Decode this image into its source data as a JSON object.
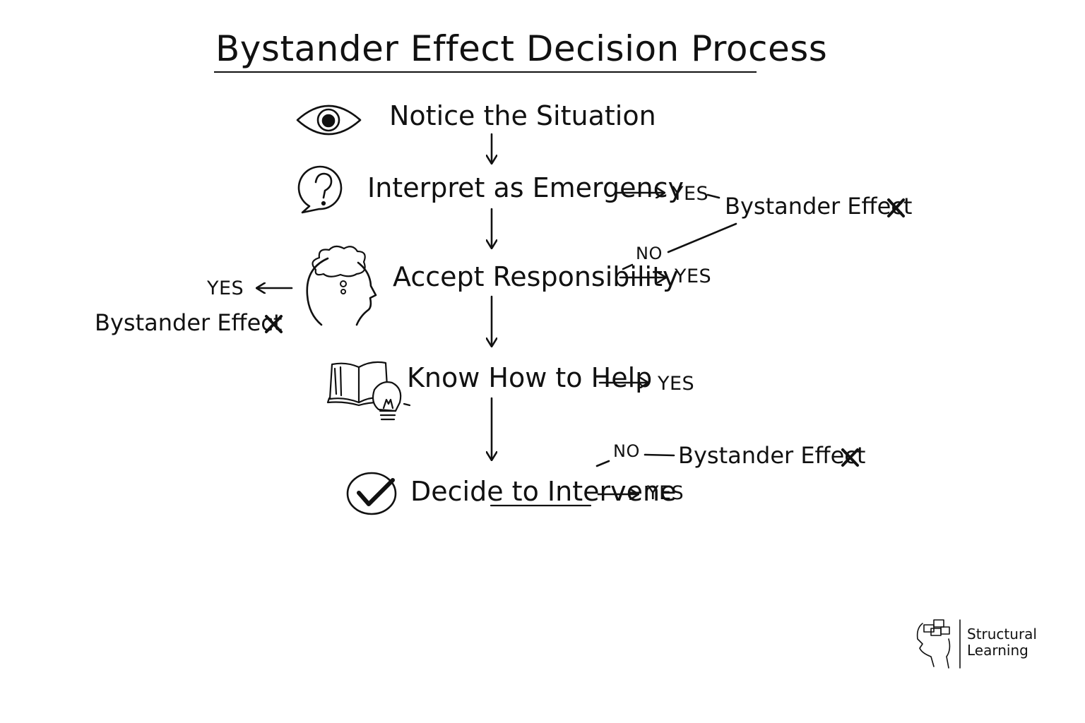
{
  "title": "Bystander Effect Decision Process",
  "steps": [
    {
      "label": "Notice the Situation",
      "icon": "eye-icon"
    },
    {
      "label": "Interpret as Emergency",
      "icon": "question-bubble-icon"
    },
    {
      "label": "Accept Responsibility",
      "icon": "thinking-head-icon"
    },
    {
      "label": "Know How to Help",
      "icon": "book-lightbulb-icon"
    },
    {
      "label": "Decide to Intervene",
      "icon": "checkmark-circle-icon"
    }
  ],
  "branches": {
    "interpret": {
      "yes": "YES",
      "outcome": "Bystander Effect",
      "outcome_icon": "x-icon"
    },
    "accept_left": {
      "yes": "YES",
      "outcome": "Bystander Effect",
      "outcome_icon": "x-icon"
    },
    "accept_right": {
      "no": "NO",
      "yes": "YES"
    },
    "know": {
      "yes": "YES"
    },
    "decide": {
      "no": "NO",
      "outcome": "Bystander Effect",
      "outcome_icon": "x-icon",
      "yes": "YES"
    }
  },
  "logo": {
    "line1": "Structural",
    "line2": "Learning",
    "icon": "brain-puzzle-logo-icon"
  },
  "colors": {
    "ink": "#111111",
    "background": "#ffffff"
  }
}
